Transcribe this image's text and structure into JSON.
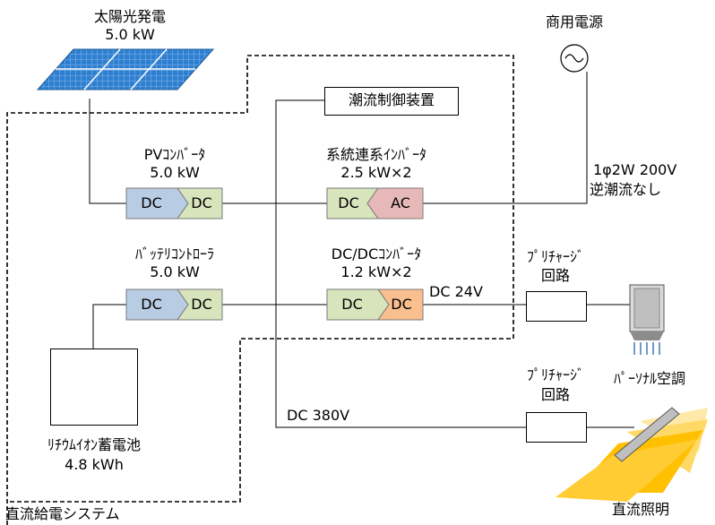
{
  "solar": {
    "title": "太陽光発電",
    "power": "5.0 kW"
  },
  "grid": {
    "title": "商用電源"
  },
  "grid_spec": {
    "line1": "1φ2W 200V",
    "line2": "逆潮流なし"
  },
  "controller": {
    "label": "潮流制御装置"
  },
  "pv_converter": {
    "title": "PVｺﾝﾊﾞｰﾀ",
    "power": "5.0 kW",
    "in": "DC",
    "out": "DC"
  },
  "inverter": {
    "title": "系統連系ｲﾝﾊﾞｰﾀ",
    "power": "2.5 kW×2",
    "in": "DC",
    "out": "AC"
  },
  "battery_controller": {
    "title": "ﾊﾞｯﾃﾘｺﾝﾄﾛｰﾗ",
    "power": "5.0 kW",
    "in": "DC",
    "out": "DC"
  },
  "dcdc_converter": {
    "title": "DC/DCｺﾝﾊﾞｰﾀ",
    "power": "1.2 kW×2",
    "in": "DC",
    "out": "DC"
  },
  "bus_24v": {
    "label": "DC 24V"
  },
  "bus_380v": {
    "label": "DC 380V"
  },
  "precharge_top": {
    "line1": "ﾌﾟﾘﾁｬｰｼﾞ",
    "line2": "回路"
  },
  "precharge_bottom": {
    "line1": "ﾌﾟﾘﾁｬｰｼﾞ",
    "line2": "回路"
  },
  "aircon": {
    "label": "ﾊﾟｰｿﾅﾙ空調"
  },
  "lighting": {
    "label": "直流照明"
  },
  "battery": {
    "title": "ﾘﾁｳﾑｲｵﾝ蓄電池",
    "capacity": "4.8 kWh"
  },
  "system": {
    "label": "直流給電システム"
  },
  "colors": {
    "blue_box": "#b8cce4",
    "green_box": "#d7e4bc",
    "pink_box": "#e6b9b8",
    "orange_box": "#fabf8f",
    "panel_blue": "#2f7fd0",
    "light_yellow": "#ffc000"
  }
}
